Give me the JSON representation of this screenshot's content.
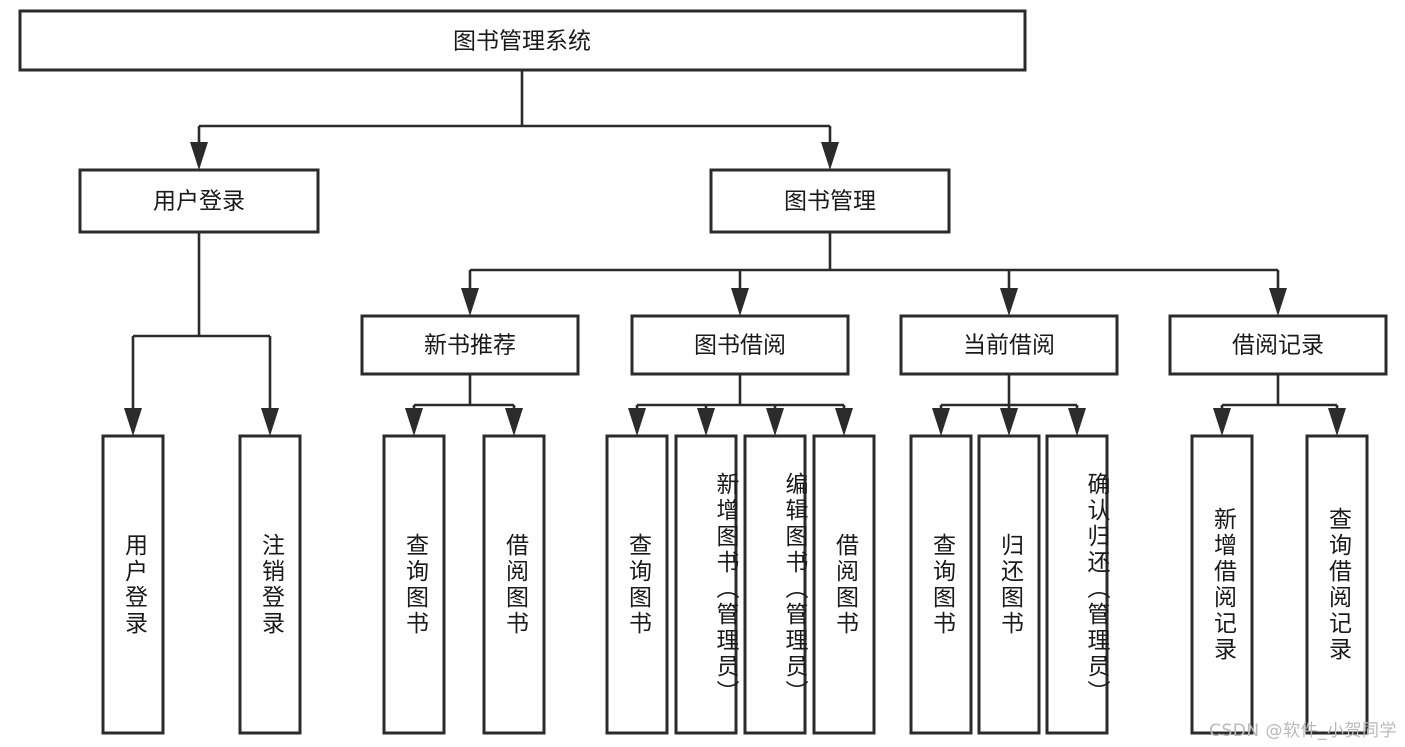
{
  "diagram": {
    "type": "tree-hierarchy-chart",
    "title": "图书管理系统",
    "orientation": "top-down",
    "colors": {
      "box_stroke": "#2b2b2b",
      "box_fill": "#ffffff",
      "connector": "#2b2b2b",
      "text": "#1a1a1a",
      "watermark": "#b9b9b9",
      "background": "#ffffff"
    },
    "root": {
      "label": "图书管理系统"
    },
    "level2": [
      {
        "label": "用户登录"
      },
      {
        "label": "图书管理"
      }
    ],
    "level3": [
      {
        "label": "新书推荐"
      },
      {
        "label": "图书借阅"
      },
      {
        "label": "当前借阅"
      },
      {
        "label": "借阅记录"
      }
    ],
    "leaves": {
      "user_login": [
        {
          "label": "用户登录"
        },
        {
          "label": "注销登录"
        }
      ],
      "new_book_recommend": [
        {
          "label": "查询图书"
        },
        {
          "label": "借阅图书"
        }
      ],
      "book_borrow": [
        {
          "label": "查询图书"
        },
        {
          "label": "新增图书（管理员）"
        },
        {
          "label": "编辑图书（管理员）"
        },
        {
          "label": "借阅图书"
        }
      ],
      "current_borrow": [
        {
          "label": "查询图书"
        },
        {
          "label": "归还图书"
        },
        {
          "label": "确认归还（管理员）"
        }
      ],
      "borrow_record": [
        {
          "label": "新增借阅记录"
        },
        {
          "label": "查询借阅记录"
        }
      ]
    },
    "watermark": "CSDN @软件_小贺同学"
  }
}
